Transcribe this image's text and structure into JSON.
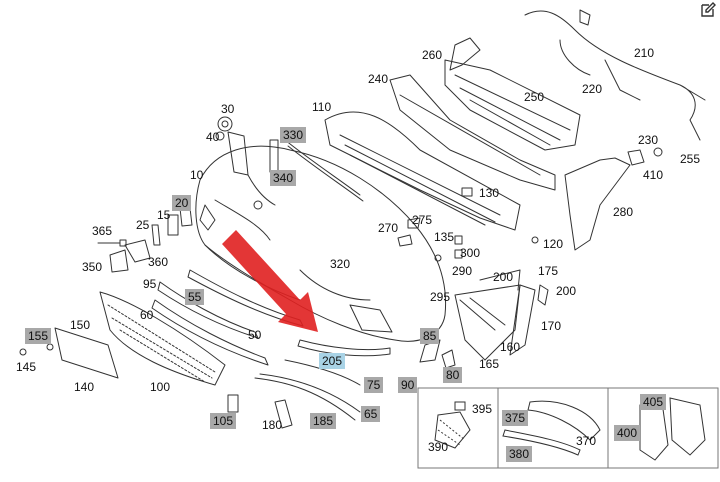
{
  "ui": {
    "edit_icon": "edit-icon"
  },
  "footer_text": "",
  "colors": {
    "line": "#333333",
    "label_bg": "#a8a8a8",
    "highlight_bg": "#a9d3e6",
    "arrow": "#e02020"
  },
  "parts": {
    "p10": "10",
    "p15": "15",
    "p20": "20",
    "p25": "25",
    "p30": "30",
    "p40": "40",
    "p50": "50",
    "p55": "55",
    "p60": "60",
    "p65": "65",
    "p75": "75",
    "p80": "80",
    "p85": "85",
    "p90": "90",
    "p95": "95",
    "p100": "100",
    "p105": "105",
    "p110": "110",
    "p120": "120",
    "p130": "130",
    "p135": "135",
    "p140": "140",
    "p145": "145",
    "p150": "150",
    "p155": "155",
    "p160": "160",
    "p165": "165",
    "p170": "170",
    "p175": "175",
    "p180": "180",
    "p185": "185",
    "p200a": "200",
    "p200b": "200",
    "p205": "205",
    "p210": "210",
    "p220": "220",
    "p230": "230",
    "p240": "240",
    "p250": "250",
    "p255": "255",
    "p260": "260",
    "p270": "270",
    "p275": "275",
    "p280": "280",
    "p290": "290",
    "p295": "295",
    "p300": "300",
    "p320": "320",
    "p330": "330",
    "p340": "340",
    "p350": "350",
    "p360": "360",
    "p365": "365",
    "p370": "370",
    "p375": "375",
    "p380": "380",
    "p390": "390",
    "p395": "395",
    "p400": "400",
    "p405": "405",
    "p410": "410"
  }
}
